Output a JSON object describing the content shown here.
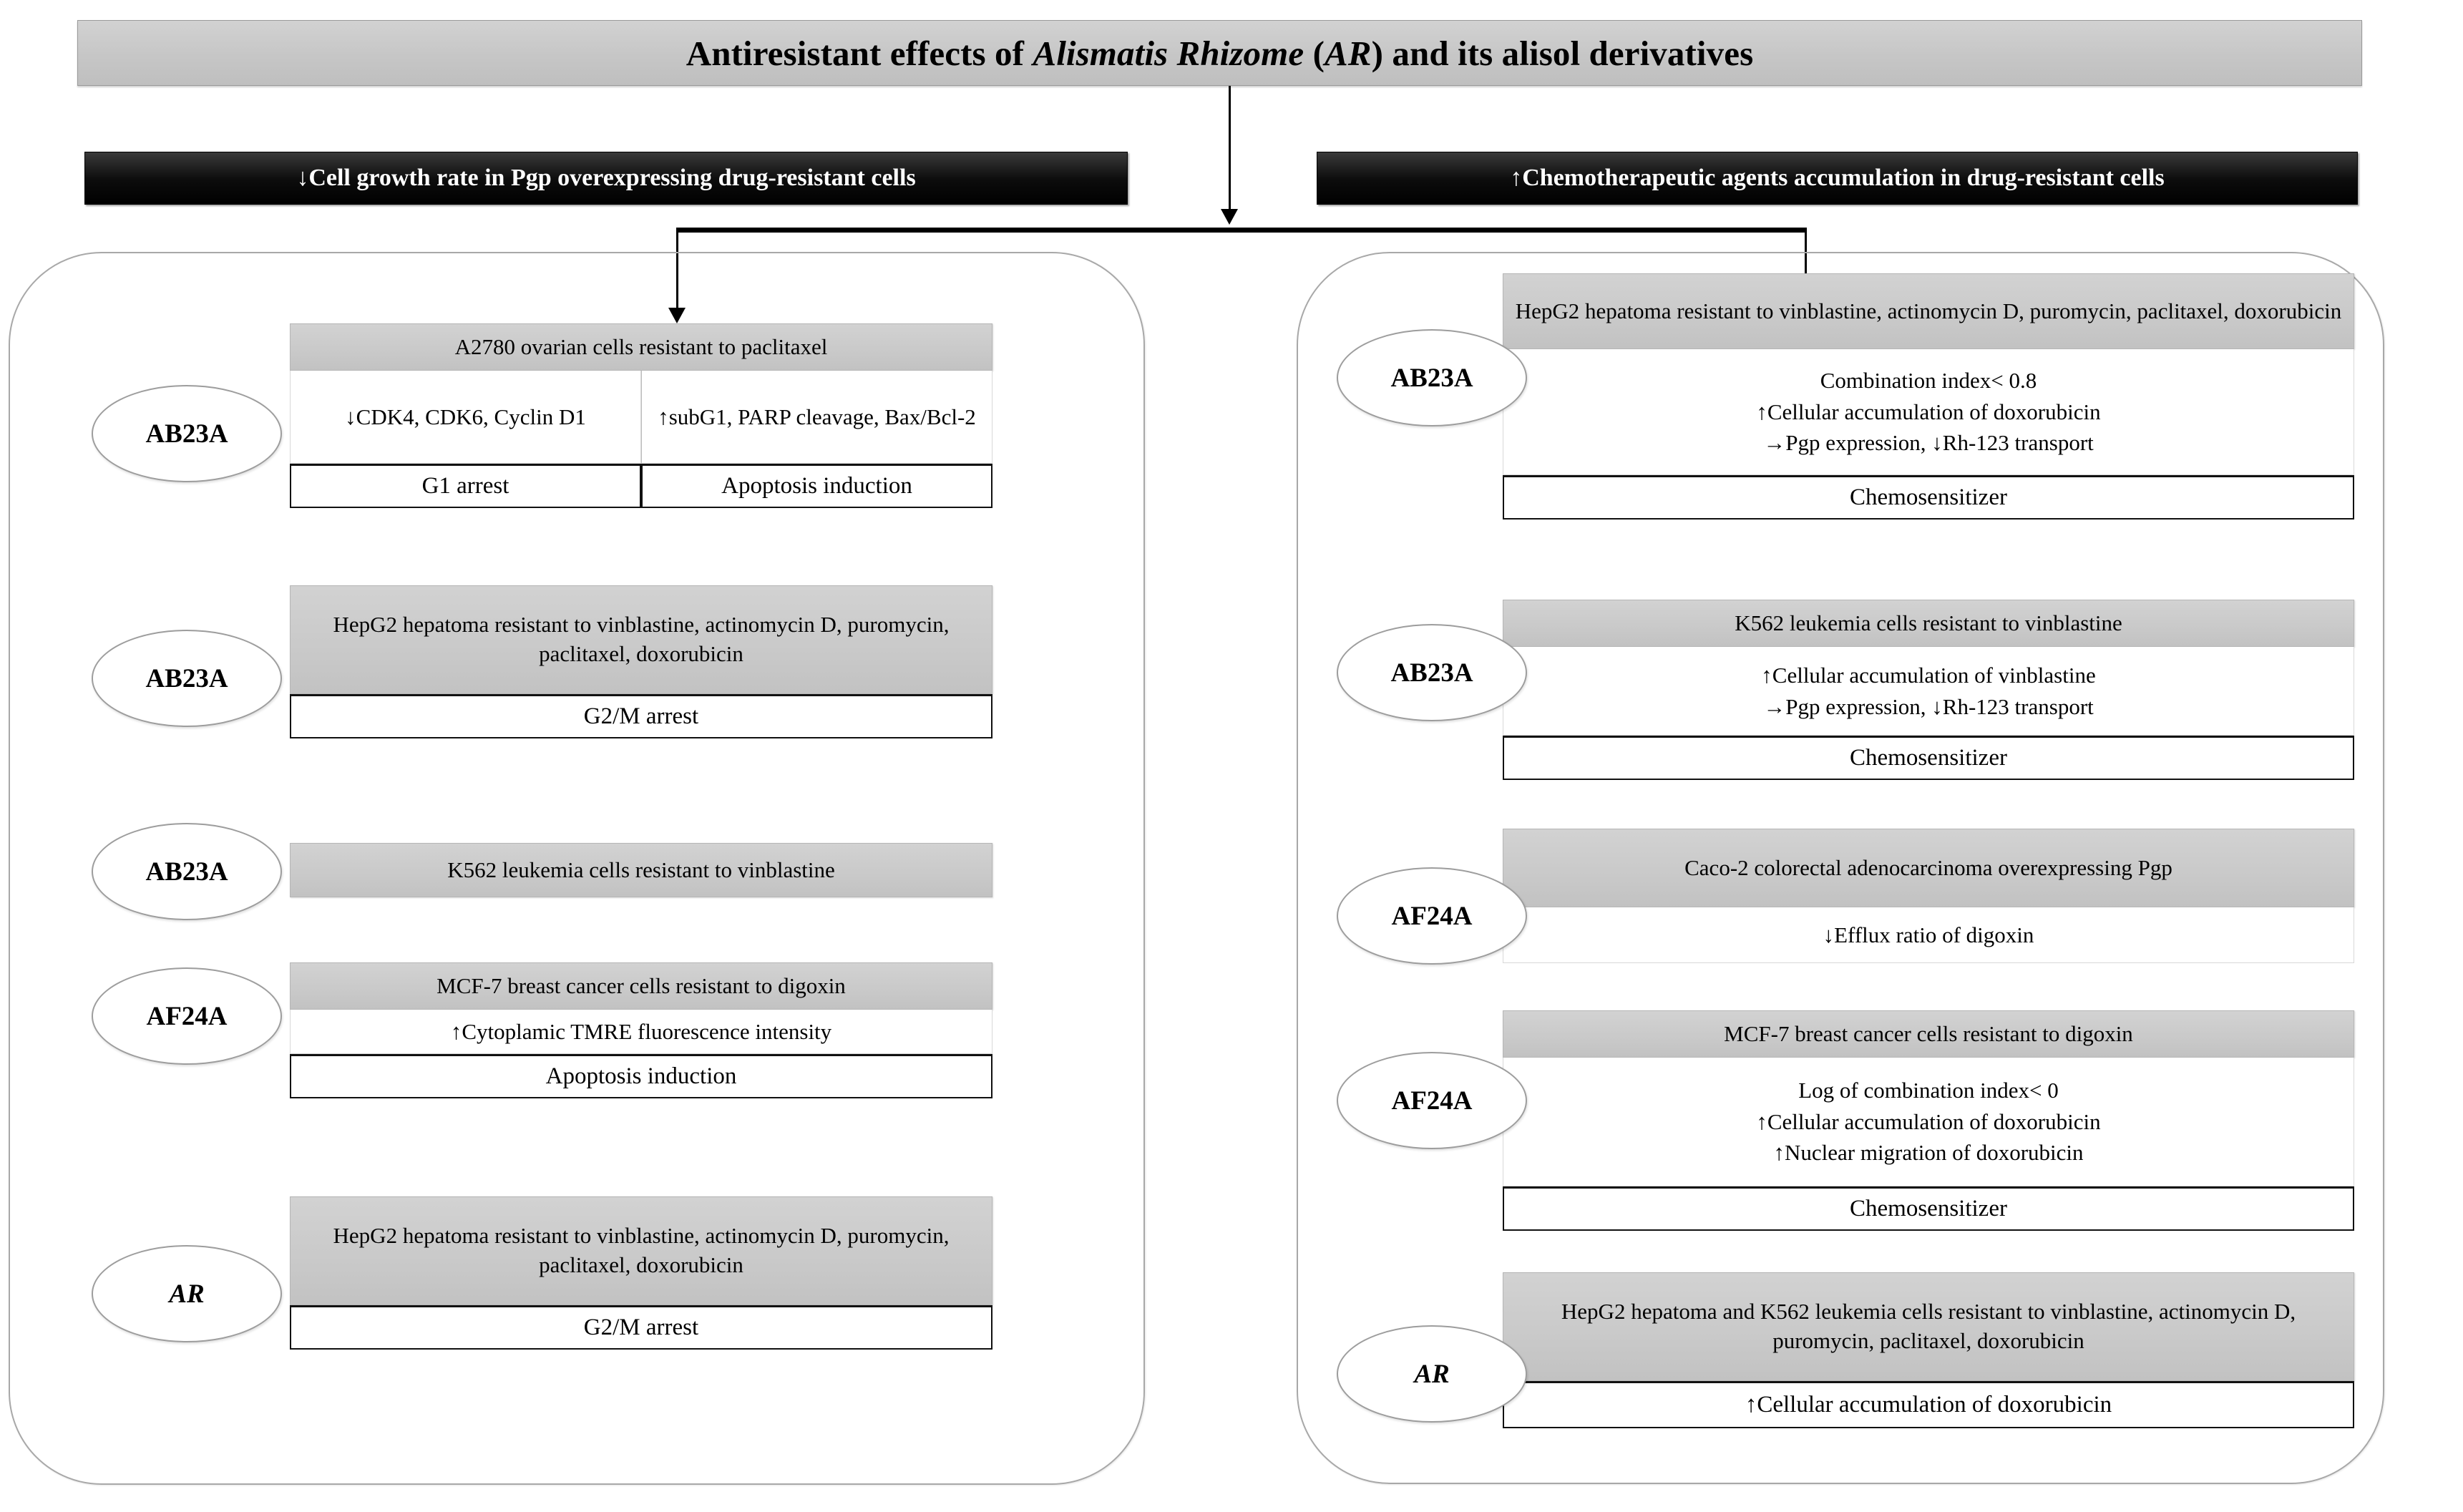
{
  "title": {
    "prefix": "Antiresistant effects of ",
    "italic": "Alismatis Rhizome",
    "mid": " (",
    "italic2": "AR",
    "suffix": ") and its alisol derivatives"
  },
  "banners": {
    "left": "↓Cell growth rate in Pgp overexpressing drug-resistant cells",
    "right": "↑Chemotherapeutic agents accumulation in drug-resistant cells"
  },
  "left_column": [
    {
      "agent": "AB23A",
      "header": "A2780 ovarian cells resistant to paclitaxel",
      "findings_left": "↓CDK4, CDK6, Cyclin D1",
      "findings_right": "↑subG1, PARP cleavage, Bax/Bcl-2",
      "outcome_left": "G1 arrest",
      "outcome_right": "Apoptosis induction"
    },
    {
      "agent": "AB23A",
      "header": "HepG2 hepatoma resistant to vinblastine, actinomycin D, puromycin, paclitaxel, doxorubicin",
      "outcome": "G2/M arrest"
    },
    {
      "agent": "AB23A",
      "header": "K562 leukemia cells resistant to vinblastine"
    },
    {
      "agent": "AF24A",
      "header": "MCF-7 breast cancer cells resistant to digoxin",
      "finding": "↑Cytoplamic TMRE fluorescence intensity",
      "outcome": "Apoptosis induction"
    },
    {
      "agent": "AR",
      "header": "HepG2 hepatoma resistant to vinblastine, actinomycin D, puromycin, paclitaxel, doxorubicin",
      "outcome": "G2/M arrest"
    }
  ],
  "right_column": [
    {
      "agent": "AB23A",
      "header": "HepG2 hepatoma resistant to vinblastine, actinomycin D, puromycin, paclitaxel, doxorubicin",
      "finding1": "Combination index< 0.8",
      "finding2": "↑Cellular accumulation of doxorubicin",
      "finding3": "→Pgp expression, ↓Rh-123 transport",
      "outcome": "Chemosensitizer"
    },
    {
      "agent": "AB23A",
      "header": "K562 leukemia cells resistant to vinblastine",
      "finding1": "↑Cellular accumulation of vinblastine",
      "finding2": "→Pgp expression, ↓Rh-123 transport",
      "outcome": "Chemosensitizer"
    },
    {
      "agent": "AF24A",
      "header": "Caco-2 colorectal adenocarcinoma overexpressing Pgp",
      "finding1": "↓Efflux ratio of digoxin"
    },
    {
      "agent": "AF24A",
      "header": "MCF-7 breast cancer cells resistant to digoxin",
      "finding1": "Log of combination index< 0",
      "finding2": "↑Cellular accumulation of doxorubicin",
      "finding3": "↑Nuclear migration of doxorubicin",
      "outcome": "Chemosensitizer"
    },
    {
      "agent": "AR",
      "header": "HepG2 hepatoma and K562 leukemia cells resistant to vinblastine, actinomycin D, puromycin, paclitaxel, doxorubicin",
      "finding1": "↑Cellular accumulation of doxorubicin"
    }
  ]
}
